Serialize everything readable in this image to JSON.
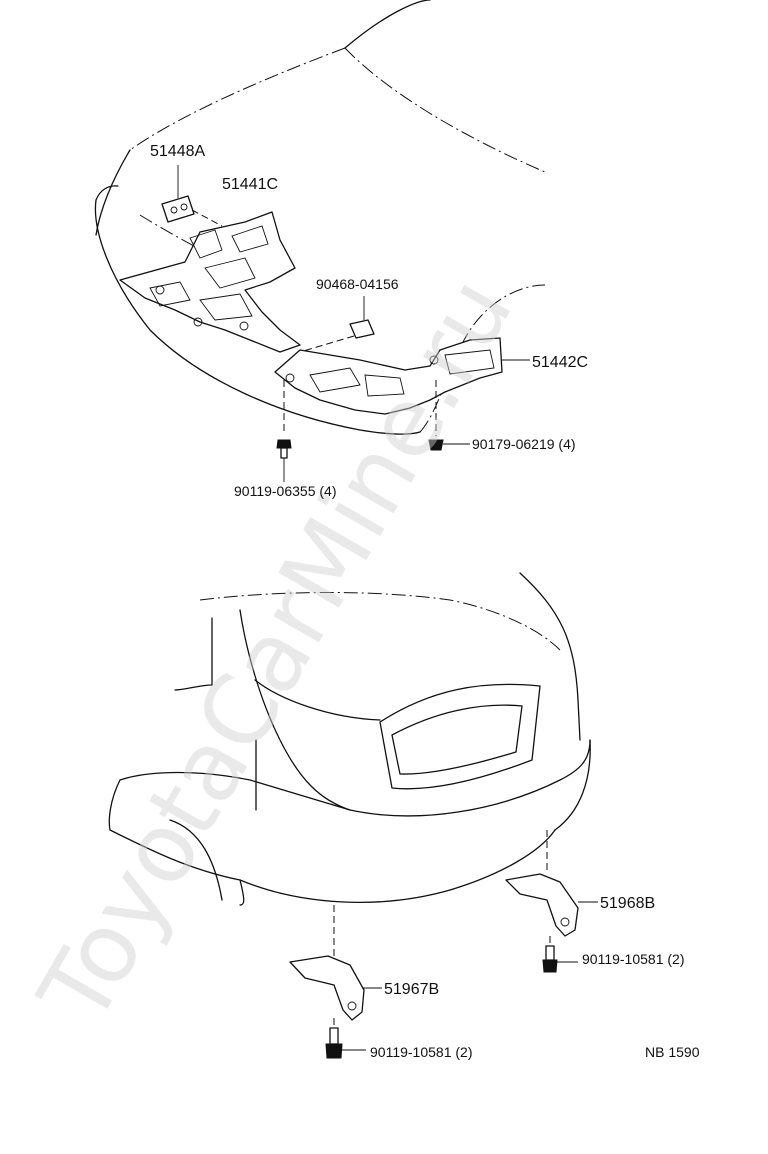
{
  "watermark": "ToyotaCarMine.ru",
  "parts": {
    "p51448A": "51448A",
    "p51441C": "51441C",
    "p90468": "90468-04156",
    "p51442C": "51442C",
    "p90179": "90179-06219 (4)",
    "p90119_06355": "90119-06355 (4)",
    "p51968B": "51968B",
    "p90119_10581_a": "90119-10581 (2)",
    "p51967B": "51967B",
    "p90119_10581_b": "90119-10581 (2)"
  },
  "figure_code": "NB 1590"
}
